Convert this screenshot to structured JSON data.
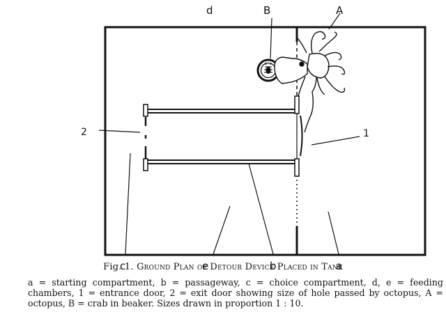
{
  "labels": {
    "a": "a",
    "b": "b",
    "c": "c",
    "d": "d",
    "e": "e",
    "one": "1",
    "two": "2",
    "A": "A",
    "B": "B"
  },
  "caption": {
    "prefix": "Fig. 1.",
    "title": "Ground Plan of Detour Device Placed in Tank"
  },
  "legend": "a = starting compartment, b = passageway, c = choice compartment, d, e = feeding chambers, 1 = entrance door, 2 = exit door showing size of hole passed by octopus, A = octopus, B = crab in beaker.  Sizes drawn in proportion 1 : 10."
}
